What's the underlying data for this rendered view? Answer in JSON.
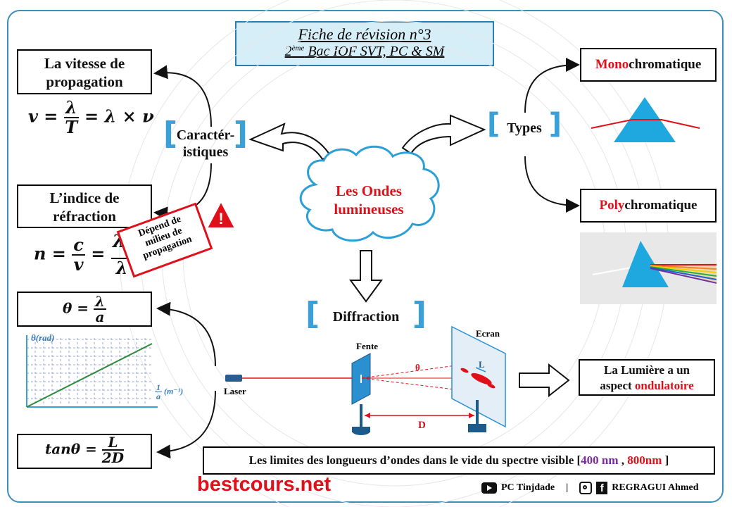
{
  "title": {
    "line1": "Fiche de révision n°3",
    "line2_sup": "ème",
    "line2_pre": "2",
    "line2_post": " Bac IOF SVT, PC & SM"
  },
  "center": "Les Ondes lumineuses",
  "center_l1": "Les Ondes",
  "center_l2": "lumineuses",
  "left": {
    "caracteristiques_l1": "Caractér-",
    "caracteristiques_l2": "istiques",
    "vitesse_l1": "La vitesse de",
    "vitesse_l2": "propagation",
    "indice_l1": "L’indice de",
    "indice_l2": "réfraction",
    "depend_l1": "Dépend de",
    "depend_l2": "milieu de",
    "depend_l3": "propagation"
  },
  "right": {
    "types": "Types",
    "mono_red": "Mono",
    "mono_rest": "chromatique",
    "poly_red": "Poly",
    "poly_rest": "chromatique",
    "lumiere_l1": "La Lumière a un",
    "lumiere_l2_pre": "aspect ",
    "lumiere_l2_red": "ondulatoire"
  },
  "diffraction": {
    "label": "Diffraction",
    "laser": "Laser",
    "fente": "Fente",
    "ecran": "Ecran",
    "theta": "θ",
    "L": "L",
    "D": "D"
  },
  "graph": {
    "ylabel": "θ(rad)",
    "xlabel_unit": "(m⁻¹)"
  },
  "limits": {
    "text": "Les  limites des longueurs d’ondes dans le vide du spectre visible  [",
    "v1": "400 nm",
    "sep": " , ",
    "v2": "800nm",
    "end": " ]"
  },
  "footer": {
    "site": "bestcours.net",
    "youtube": "PC Tinjdade",
    "author": "REGRAGUI Ahmed"
  },
  "colors": {
    "accent": "#3aa0d8",
    "red": "#e0101a",
    "purple": "#7a2ca0",
    "prism": "#1fa8e0"
  }
}
